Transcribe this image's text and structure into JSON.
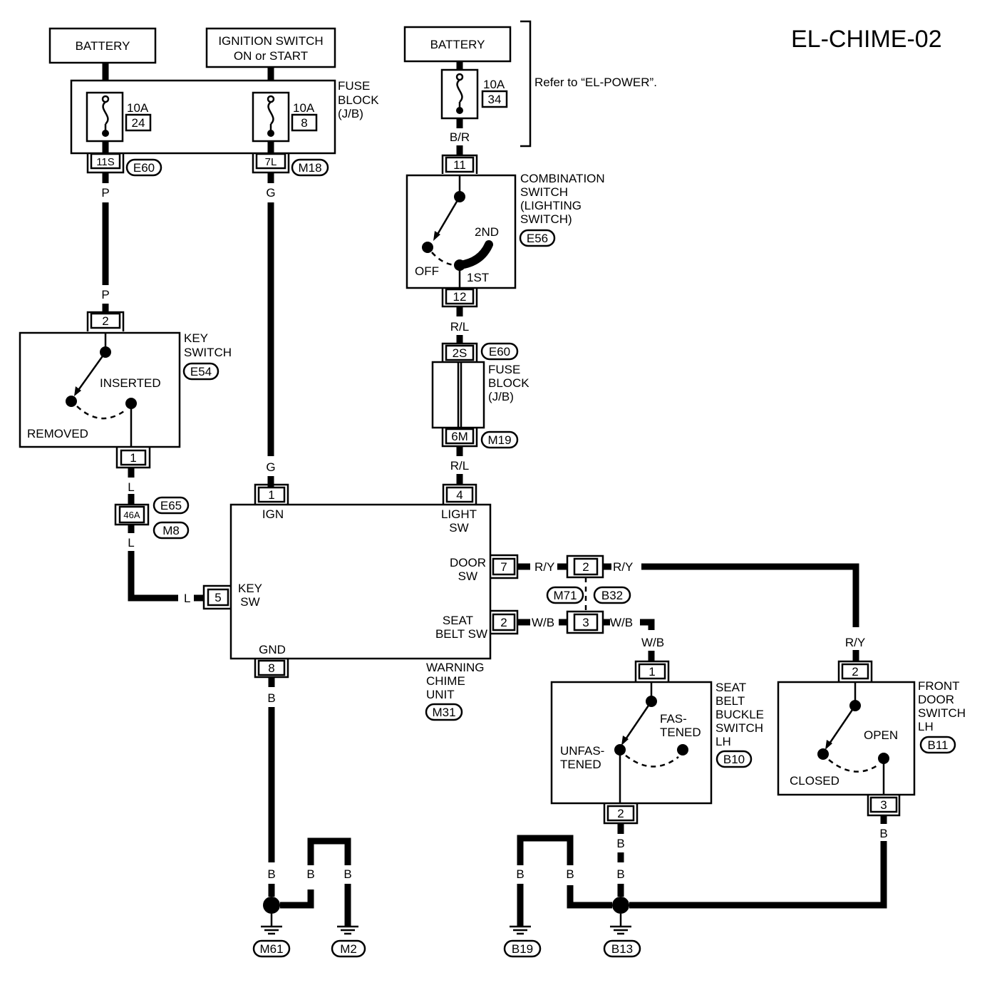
{
  "title": "EL-CHIME-02",
  "batteries": {
    "left": "BATTERY",
    "right": "BATTERY"
  },
  "ignition": {
    "line1": "IGNITION SWITCH",
    "line2": "ON or START"
  },
  "fuses": {
    "f24": {
      "rating": "10A",
      "number": "24"
    },
    "f8": {
      "rating": "10A",
      "number": "8"
    },
    "f34": {
      "rating": "10A",
      "number": "34"
    }
  },
  "fuse_block": {
    "line1": "FUSE",
    "line2": "BLOCK",
    "line3": "(J/B)"
  },
  "refer_note": "Refer to “EL-POWER”.",
  "connectors": {
    "c11s": "11S",
    "c7l": "7L",
    "c11": "11",
    "c12": "12",
    "c2s": "2S",
    "c6m": "6M",
    "key_in": "2",
    "key_out": "1",
    "c46a": "46A",
    "unit_ign": "1",
    "unit_light": "4",
    "unit_key": "5",
    "unit_gnd": "8",
    "unit_door": "7",
    "unit_seat": "2",
    "jc_door": "2",
    "jc_seat": "3",
    "buckle_in": "1",
    "buckle_out": "2",
    "door_in": "2",
    "door_out": "3"
  },
  "connector_ids": {
    "e60a": "E60",
    "m18": "M18",
    "e56": "E56",
    "e54": "E54",
    "e60b": "E60",
    "m19": "M19",
    "e65": "E65",
    "m8": "M8",
    "m71": "M71",
    "b32": "B32",
    "m31": "M31",
    "b10": "B10",
    "b11": "B11",
    "m61": "M61",
    "m2": "M2",
    "b19": "B19",
    "b13": "B13"
  },
  "wire_colors": {
    "p": "P",
    "g": "G",
    "br": "B/R",
    "rl": "R/L",
    "l": "L",
    "ry": "R/Y",
    "wb": "W/B",
    "b": "B"
  },
  "combination_switch": {
    "label": [
      "COMBINATION",
      "SWITCH",
      "(LIGHTING",
      "SWITCH)"
    ],
    "off": "OFF",
    "first": "1ST",
    "second": "2ND"
  },
  "key_switch": {
    "label": [
      "KEY",
      "SWITCH"
    ],
    "inserted": "INSERTED",
    "removed": "REMOVED"
  },
  "chime_unit": {
    "ign": "IGN",
    "light": [
      "LIGHT",
      "SW"
    ],
    "key": [
      "KEY",
      "SW"
    ],
    "door": [
      "DOOR",
      "SW"
    ],
    "seat": [
      "SEAT",
      "BELT SW"
    ],
    "gnd": "GND",
    "label": [
      "WARNING",
      "CHIME",
      "UNIT"
    ]
  },
  "buckle_switch": {
    "label": [
      "SEAT",
      "BELT",
      "BUCKLE",
      "SWITCH",
      "LH"
    ],
    "fastened": [
      "FAS-",
      "TENED"
    ],
    "unfastened": [
      "UNFAS-",
      "TENED"
    ]
  },
  "door_switch": {
    "label": [
      "FRONT",
      "DOOR",
      "SWITCH",
      "LH"
    ],
    "open": "OPEN",
    "closed": "CLOSED"
  }
}
